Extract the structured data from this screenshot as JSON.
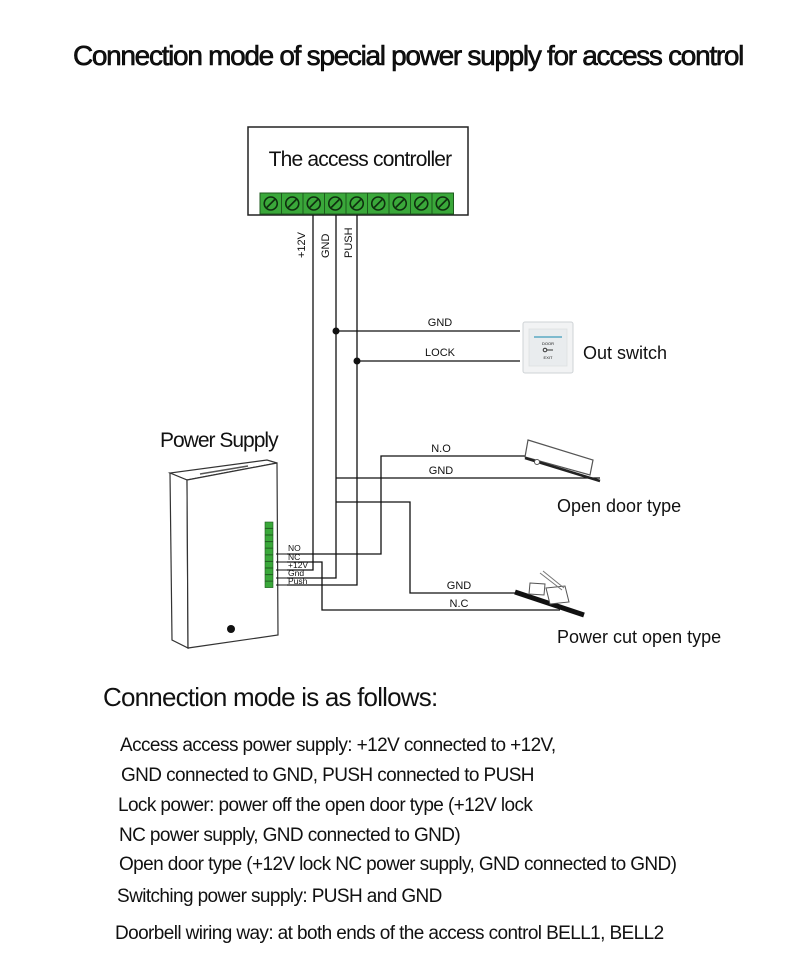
{
  "title": "Connection mode of special power supply for access control",
  "controller": {
    "label": "The access controller",
    "terminal_count": 9,
    "terminal_color": "#3aa83a",
    "pins": [
      "+12V",
      "GND",
      "PUSH"
    ]
  },
  "out_switch": {
    "label": "Out switch",
    "wires": [
      "GND",
      "LOCK"
    ],
    "icon_text_top": "DOOR",
    "icon_text_bottom": "EXIT"
  },
  "power_supply": {
    "label": "Power Supply",
    "terminals": [
      "NO",
      "NC",
      "+12V",
      "Gnd",
      "Push"
    ],
    "terminal_color": "#3aa83a"
  },
  "open_door_lock": {
    "label": "Open door type",
    "wires": [
      "N.O",
      "GND"
    ]
  },
  "power_cut_lock": {
    "label": "Power cut open type",
    "wires": [
      "GND",
      "N.C"
    ]
  },
  "instructions": {
    "heading": "Connection mode is as follows:",
    "lines": [
      "Access access power supply: +12V connected to +12V,",
      "GND connected to GND, PUSH connected to PUSH",
      "Lock power: power off the open door type (+12V lock",
      "NC power supply, GND connected to GND)",
      "Open door type (+12V lock NC power supply, GND connected to GND)",
      "Switching power supply: PUSH and GND",
      "Doorbell wiring way: at both ends of the access control BELL1, BELL2"
    ]
  }
}
